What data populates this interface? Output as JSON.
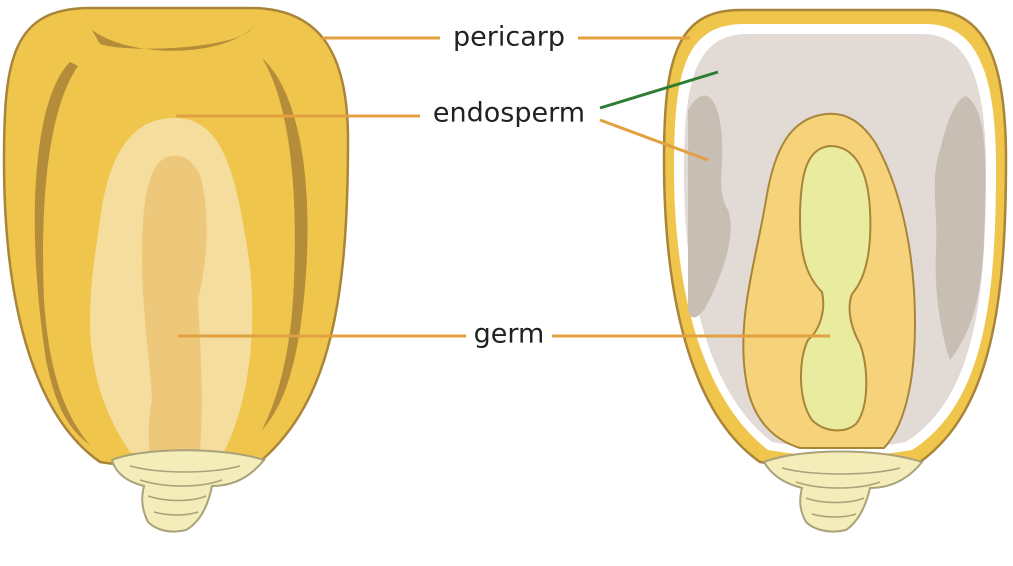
{
  "labels": {
    "pericarp": "pericarp",
    "endosperm": "endosperm",
    "germ": "germ"
  },
  "colors": {
    "pericarp": "#efc54b",
    "pericarp_outline": "#a9853a",
    "pericarp_shade": "#b58c3a",
    "endosperm_light": "#f5dd9d",
    "endosperm_inner": "#edc77a",
    "tip": "#f4edb9",
    "tip_outline": "#a9a27a",
    "section_interior": "#e2dad5",
    "section_shadow": "#c9beb4",
    "germ_outer": "#f6d37b",
    "germ_inner": "#e9eb9e",
    "leader_orange": "#e3a040",
    "leader_green": "#2e7d32",
    "text": "#222222"
  }
}
